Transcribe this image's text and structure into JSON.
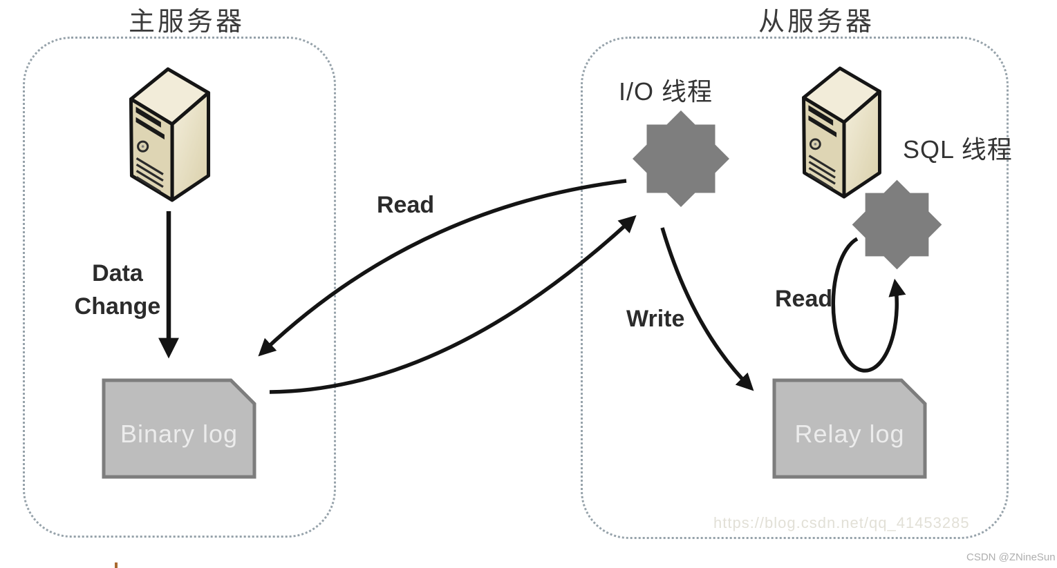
{
  "diagram": {
    "master": {
      "title": "主服务器",
      "data_change_line1": "Data",
      "data_change_line2": "Change",
      "binary_log_label": "Binary log"
    },
    "slave": {
      "title": "从服务器",
      "io_thread_label": "I/O 线程",
      "sql_thread_label": "SQL 线程",
      "relay_log_label": "Relay log"
    },
    "arrows": {
      "read_master_label": "Read",
      "write_label": "Write",
      "read_slave_label": "Read"
    },
    "watermark": {
      "url": "https://blog.csdn.net/qq_41453285",
      "credit": "CSDN @ZNineSun"
    },
    "colors": {
      "star_gray": "#7e7e7e",
      "log_box_fill": "#bdbdbd",
      "log_box_border": "#7d7d7d",
      "dashed_border": "#96a2aa",
      "arrow_black": "#141414",
      "server_front": "#ded5b4",
      "server_side": "#e9e2c8",
      "server_top": "#f2ecd9",
      "watermark_gray": "#e2e0d7",
      "credit_gray": "#aeaeae"
    }
  }
}
